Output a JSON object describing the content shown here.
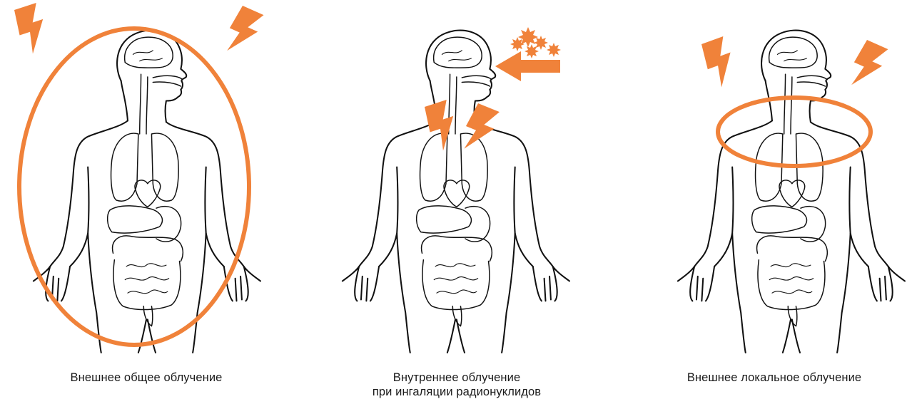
{
  "accent_color": "#f0823a",
  "panels": [
    {
      "caption_lines": [
        "Внешнее общее облучение"
      ],
      "type": "external-general"
    },
    {
      "caption_lines": [
        "Внутреннее облучение",
        "при ингаляции радионуклидов"
      ],
      "type": "internal-inhalation"
    },
    {
      "caption_lines": [
        "Внешнее локальное облучение"
      ],
      "type": "external-local"
    }
  ]
}
